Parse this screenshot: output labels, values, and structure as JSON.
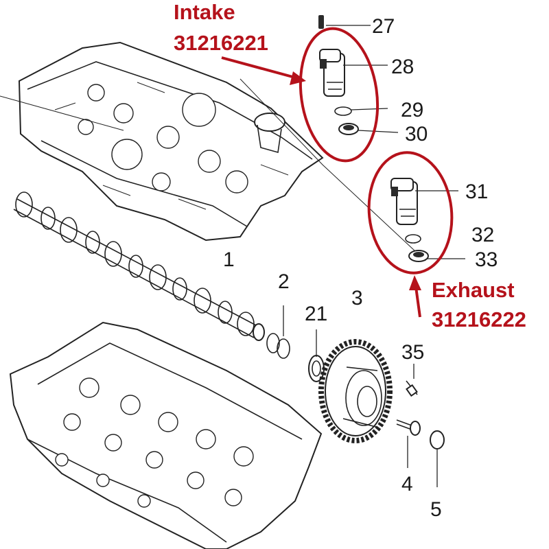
{
  "callouts": {
    "intake": {
      "title": "Intake",
      "part_number": "31216221"
    },
    "exhaust": {
      "title": "Exhaust",
      "part_number": "31216222"
    }
  },
  "part_labels": [
    "1",
    "2",
    "3",
    "4",
    "5",
    "21",
    "27",
    "28",
    "29",
    "30",
    "31",
    "32",
    "33",
    "35"
  ],
  "colors": {
    "highlight": "#b5121b",
    "line_art": "#222222",
    "background": "#ffffff"
  }
}
